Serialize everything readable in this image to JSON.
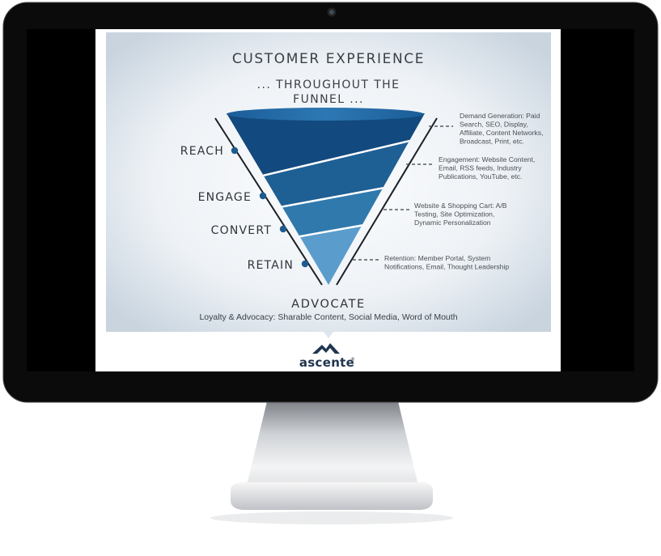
{
  "slide": {
    "title": "CUSTOMER EXPERIENCE",
    "subtitle_line1": "... THROUGHOUT THE",
    "subtitle_line2": "FUNNEL ...",
    "stages": [
      {
        "label": "REACH"
      },
      {
        "label": "ENGAGE"
      },
      {
        "label": "CONVERT"
      },
      {
        "label": "RETAIN"
      }
    ],
    "notes": [
      {
        "lines": [
          "Demand Generation: Paid",
          "Search, SEO, Display,",
          "Affiliate, Content Networks,",
          "Broadcast, Print, etc."
        ]
      },
      {
        "lines": [
          "Engagement: Website Content,",
          "Email, RSS feeds, Industry",
          "Publications, YouTube, etc."
        ]
      },
      {
        "lines": [
          "Website & Shopping Cart: A/B",
          "Testing, Site Optimization,",
          "Dynamic Personalization"
        ]
      },
      {
        "lines": [
          "Retention: Member Portal, System",
          "Notifications, Email, Thought Leadership"
        ]
      }
    ],
    "advocate": "ADVOCATE",
    "advocate_sub": "Loyalty & Advocacy: Sharable Content, Social Media, Word of Mouth",
    "logo_text": "ascente",
    "logo_mark": "®"
  },
  "colors": {
    "bezel": "#0b0b0c",
    "screen_bg": "#dfe6ee",
    "funnel_top": "#12497e",
    "funnel_2": "#1e5f94",
    "funnel_3": "#2f79ad",
    "funnel_4": "#5a9ccc",
    "dot": "#1f5b8f"
  }
}
